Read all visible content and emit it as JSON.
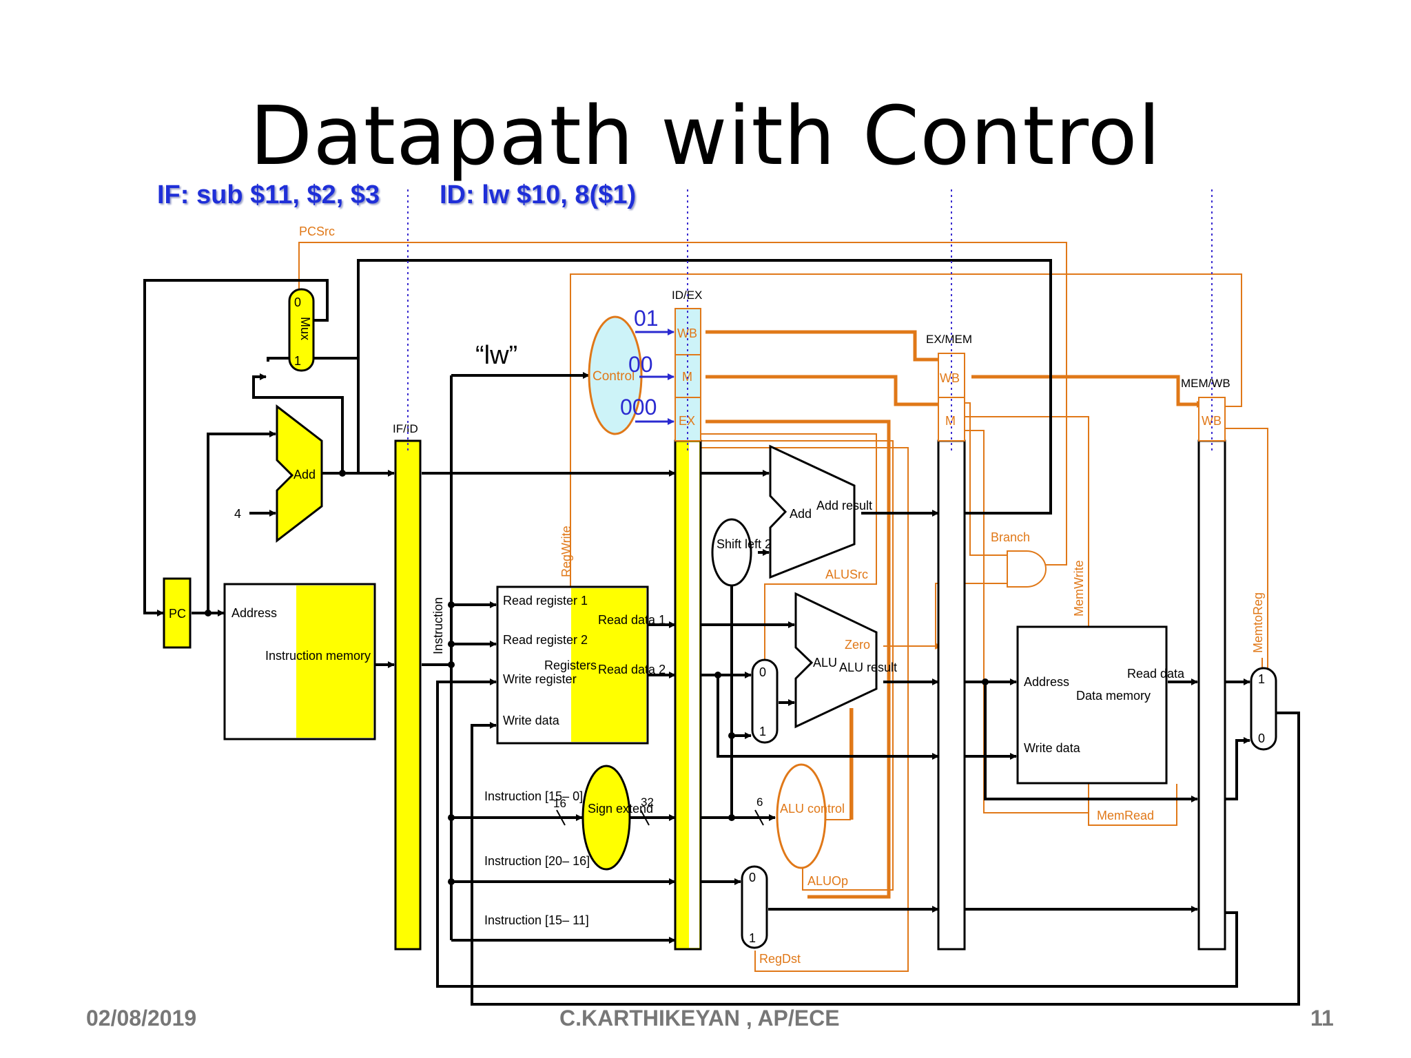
{
  "slide": {
    "title": "Datapath with Control",
    "if_stage": "IF: sub $11, $2, $3",
    "id_stage": "ID: lw $10, 8($1)",
    "footer_date": "02/08/2019",
    "footer_author": "C.KARTHIKEYAN , AP/ECE",
    "footer_page": "11"
  },
  "diagram": {
    "pcsrc": "PCSrc",
    "regwrite": "RegWrite",
    "memwrite": "MemWrite",
    "memtoreg": "MemtoReg",
    "memread": "MemRead",
    "branch": "Branch",
    "alusrc": "ALUSrc",
    "aluop": "ALUOp",
    "regdst": "RegDst",
    "zero": "Zero",
    "lw_label": "“lw”",
    "control_label": "Control",
    "ctrl_wb_value": "01",
    "ctrl_m_value": "00",
    "ctrl_ex_value": "000",
    "if_id": "IF/ID",
    "id_ex": "ID/EX",
    "ex_mem": "EX/MEM",
    "mem_wb": "MEM/WB",
    "wb": "WB",
    "m": "M",
    "ex": "EX",
    "pc": "PC",
    "add": "Add",
    "four": "4",
    "add_result": "Add result",
    "shift_left_2": "Shift left 2",
    "address": "Address",
    "instruction_memory": "Instruction memory",
    "instruction": "Instruction",
    "read_register_1": "Read register 1",
    "read_register_2": "Read register 2",
    "write_register": "Write register",
    "write_data": "Write data",
    "registers": "Registers",
    "read_data_1": "Read data 1",
    "read_data_2": "Read data 2",
    "instr_15_0": "Instruction [15– 0]",
    "instr_20_16": "Instruction [20– 16]",
    "instr_15_11": "Instruction [15– 11]",
    "bits_16": "16",
    "bits_32": "32",
    "bits_6": "6",
    "sign_extend": "Sign extend",
    "alu": "ALU",
    "alu_result": "ALU result",
    "alu_control": "ALU control",
    "data_memory": "Data memory",
    "read_data": "Read data",
    "mux": "Mux",
    "zero_digit": "0",
    "one_digit": "1"
  },
  "colors": {
    "wire": "#000000",
    "control_wire": "#e07818",
    "control_label": "#e07818",
    "stage_label": "#1f2fd8",
    "register_fill": "#ffff00",
    "control_fill": "#cdf3f8",
    "stage_marker": "#3a2bd0"
  }
}
